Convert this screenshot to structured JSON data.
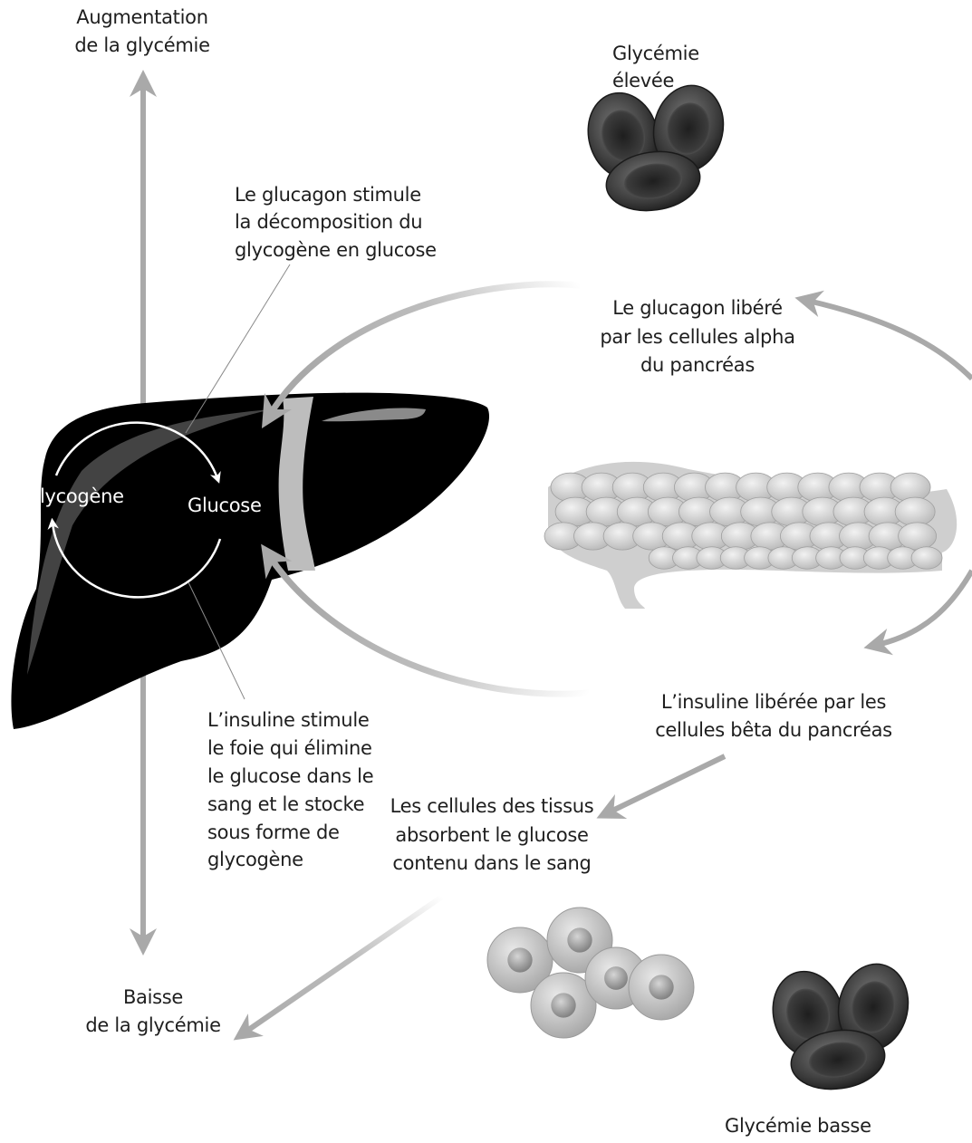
{
  "labels": {
    "glycemia_increase": [
      "Augmentation",
      "de la glycémie"
    ],
    "glycemia_decrease": [
      "Baisse",
      "de la glycémie"
    ],
    "high_glycemia": [
      "Glycémie",
      "élevée"
    ],
    "low_glycemia": "Glycémie basse",
    "glucagon_stimulates": [
      "Le glucagon stimule",
      "la décomposition du",
      "glycogène en glucose"
    ],
    "glucagon_released": [
      "Le glucagon libéré",
      "par les cellules alpha",
      "du pancréas"
    ],
    "insulin_stimulates": [
      "L’insuline stimule",
      "le foie qui élimine",
      "le glucose dans le",
      "sang et le stocke",
      "sous forme de",
      "glycogène"
    ],
    "insulin_released": [
      "L’insuline libérée par les",
      "cellules bêta du pancréas"
    ],
    "cells_absorb": [
      "Les cellules des tissus",
      "absorbent le glucose",
      "contenu dans le sang"
    ],
    "glycogen": "Glycogène",
    "glucose": "Glucose"
  },
  "colors": {
    "arrow_gray": "#a9a9a9",
    "liver": "#000000",
    "cycle_white": "#ffffff"
  }
}
